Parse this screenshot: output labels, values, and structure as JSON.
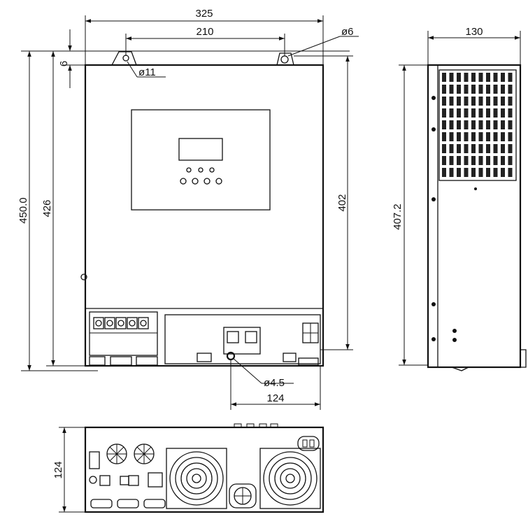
{
  "dimensions": {
    "front_width": "325",
    "mount_spacing": "210",
    "top_hole": "ø6",
    "mount_hole": "ø11",
    "offset": "6",
    "total_height": "450.0",
    "body_height": "426",
    "mount_height": "402",
    "bottom_hole": "ø4.5",
    "bottom_spacing": "124",
    "side_depth": "130",
    "side_height": "407.2",
    "bottom_depth": "124"
  }
}
